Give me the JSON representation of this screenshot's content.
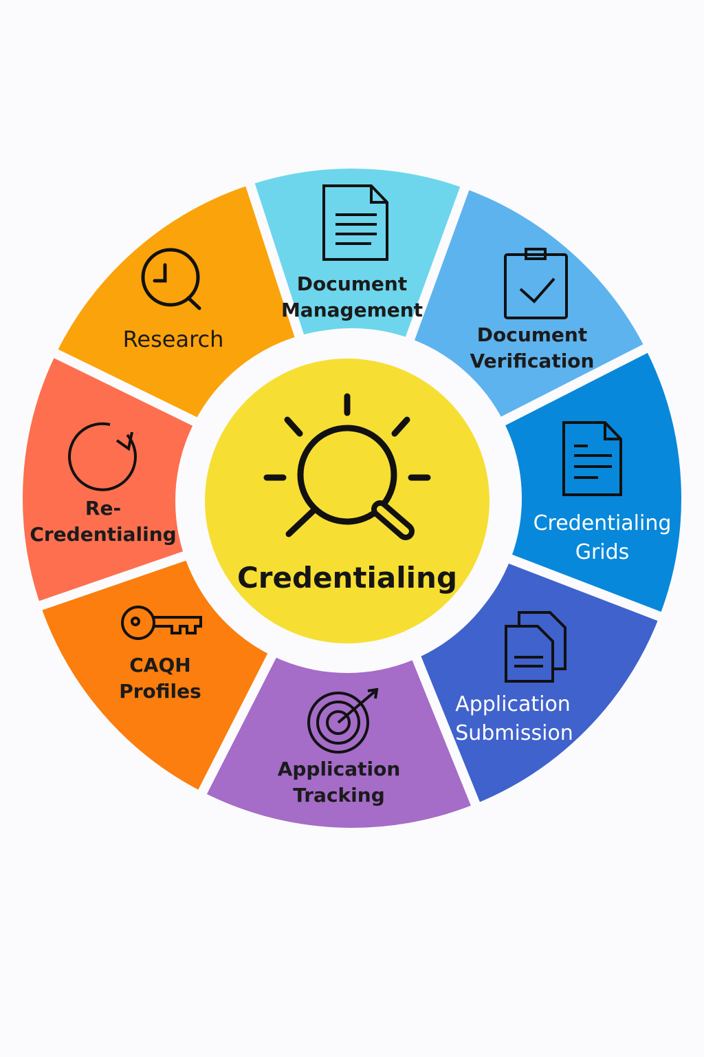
{
  "center": {
    "title": "Credentialing",
    "icon": "sun-magnifier-icon",
    "color": "#F7DE33"
  },
  "segments": [
    {
      "label": "Research",
      "icon": "clock-search-icon",
      "color": "#FBA30A"
    },
    {
      "label": "Document Management",
      "icon": "document-icon",
      "color": "#6DD6EC"
    },
    {
      "label": "Document Verification",
      "icon": "clipboard-check-icon",
      "color": "#5DB3EE"
    },
    {
      "label": "Credentialing Grids",
      "icon": "document-lines-icon",
      "color": "#0888DA"
    },
    {
      "label": "Application Submission",
      "icon": "documents-stack-icon",
      "color": "#4062CC"
    },
    {
      "label": "Application Tracking",
      "icon": "target-icon",
      "color": "#A56CC8"
    },
    {
      "label": "CAQH Profiles",
      "icon": "key-icon",
      "color": "#FB7E0E"
    },
    {
      "label": "Re-Credentialing",
      "icon": "refresh-icon",
      "color": "#FD6F4F"
    }
  ],
  "labels": {
    "research": "Research",
    "doc_mgmt": [
      "Document",
      "Management"
    ],
    "doc_verif": [
      "Document",
      "Verification"
    ],
    "cred_grids": [
      "Credentialing",
      "Grids"
    ],
    "app_sub": [
      "Application",
      "Submission"
    ],
    "app_track": [
      "Application",
      "Tracking"
    ],
    "caqh": [
      "CAQH",
      "Profiles"
    ],
    "recred": [
      "Re-",
      "Credentialing"
    ]
  }
}
